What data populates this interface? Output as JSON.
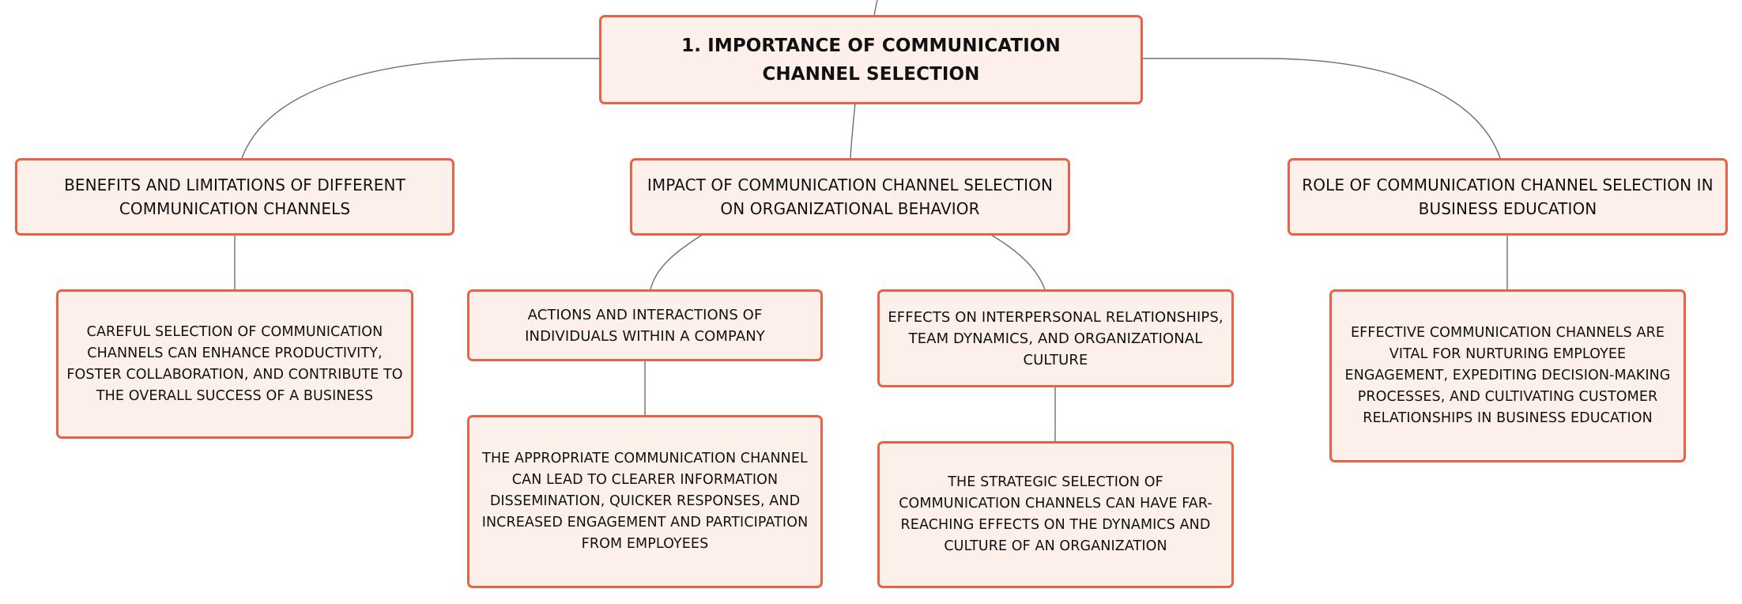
{
  "mindmap": {
    "root": {
      "label": "1. IMPORTANCE OF COMMUNICATION CHANNEL SELECTION"
    },
    "branches": [
      {
        "label": "BENEFITS AND LIMITATIONS OF DIFFERENT COMMUNICATION CHANNELS",
        "detail": "CAREFUL SELECTION OF COMMUNICATION CHANNELS CAN ENHANCE PRODUCTIVITY, FOSTER COLLABORATION, AND CONTRIBUTE TO THE OVERALL SUCCESS OF A BUSINESS"
      },
      {
        "label": "IMPACT OF COMMUNICATION CHANNEL SELECTION ON ORGANIZATIONAL BEHAVIOR",
        "children": [
          {
            "label": "ACTIONS AND INTERACTIONS OF INDIVIDUALS WITHIN A COMPANY",
            "detail": "THE APPROPRIATE COMMUNICATION CHANNEL CAN LEAD TO CLEARER INFORMATION DISSEMINATION, QUICKER RESPONSES, AND INCREASED ENGAGEMENT AND PARTICIPATION FROM EMPLOYEES"
          },
          {
            "label": "EFFECTS ON INTERPERSONAL RELATIONSHIPS, TEAM DYNAMICS, AND ORGANIZATIONAL CULTURE",
            "detail": "THE STRATEGIC SELECTION OF COMMUNICATION CHANNELS CAN HAVE FAR-REACHING EFFECTS ON THE DYNAMICS AND CULTURE OF AN ORGANIZATION"
          }
        ]
      },
      {
        "label": "ROLE OF COMMUNICATION CHANNEL SELECTION IN BUSINESS EDUCATION",
        "detail": "EFFECTIVE COMMUNICATION CHANNELS ARE VITAL FOR NURTURING EMPLOYEE ENGAGEMENT, EXPEDITING DECISION-MAKING PROCESSES, AND CULTIVATING CUSTOMER RELATIONSHIPS IN BUSINESS EDUCATION"
      }
    ],
    "colors": {
      "node_border": "#e8624a",
      "node_fill": "#fdf0eb",
      "connector": "#6f6f6f",
      "text": "#111111"
    }
  }
}
